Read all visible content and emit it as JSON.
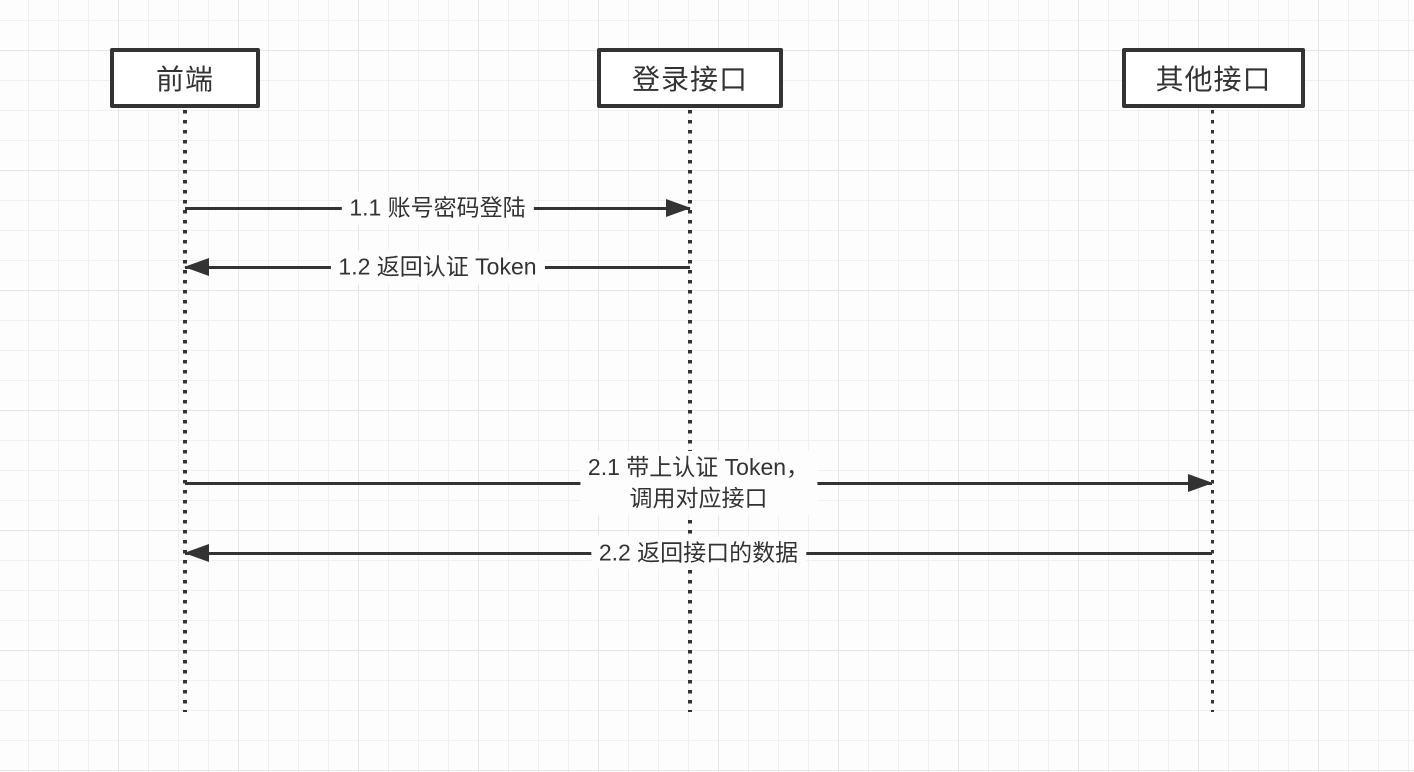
{
  "diagram": {
    "type": "sequence-diagram",
    "actors": [
      {
        "label": "前端"
      },
      {
        "label": "登录接口"
      },
      {
        "label": "其他接口"
      }
    ],
    "messages": [
      {
        "from": "前端",
        "to": "登录接口",
        "direction": "right",
        "lines": [
          "1.1 账号密码登陆"
        ]
      },
      {
        "from": "登录接口",
        "to": "前端",
        "direction": "left",
        "lines": [
          "1.2 返回认证 Token"
        ]
      },
      {
        "from": "前端",
        "to": "其他接口",
        "direction": "right",
        "lines": [
          "2.1 带上认证 Token，",
          "调用对应接口"
        ]
      },
      {
        "from": "其他接口",
        "to": "前端",
        "direction": "left",
        "lines": [
          "2.2 返回接口的数据"
        ]
      }
    ],
    "colors": {
      "stroke": "#333333",
      "background": "#fdfdfd",
      "grid_minor": "#f0f0f0",
      "grid_major": "#e6e6e6",
      "actor_fill": "#ffffff"
    }
  }
}
